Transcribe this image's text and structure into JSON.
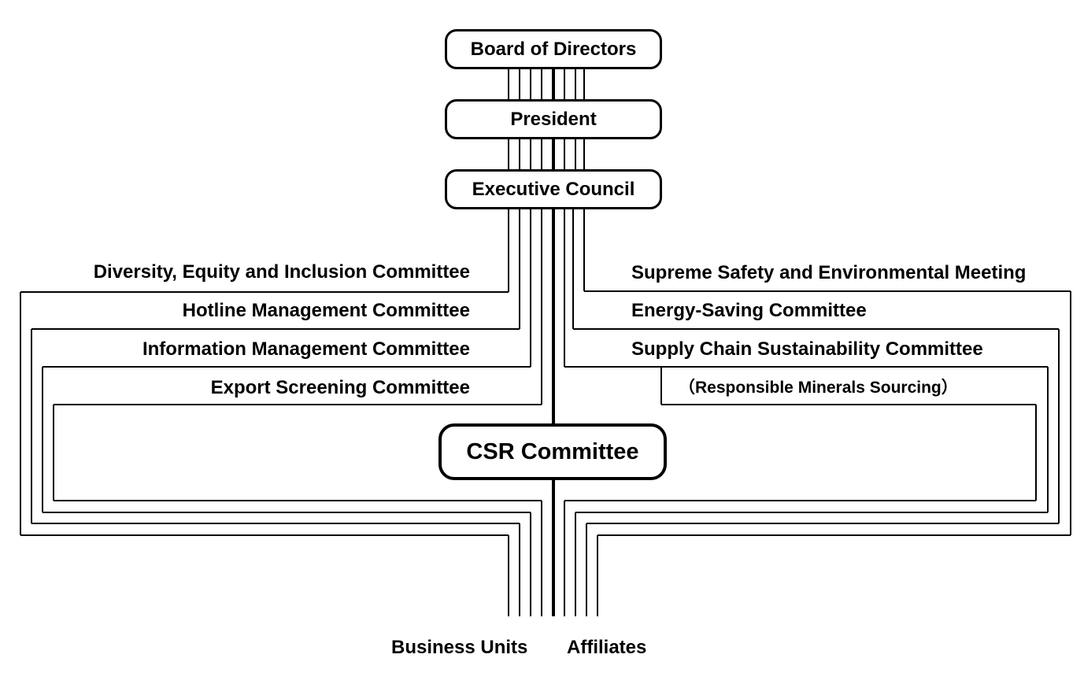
{
  "diagram": {
    "board": "Board of Directors",
    "president": "President",
    "executive_council": "Executive Council",
    "csr_committee": "CSR Committee",
    "left_committees": [
      "Diversity, Equity and Inclusion Committee",
      "Hotline Management Committee",
      "Information Management Committee",
      "Export Screening Committee"
    ],
    "right_committees": [
      "Supreme Safety and Environmental Meeting",
      "Energy-Saving Committee",
      "Supply Chain Sustainability Committee"
    ],
    "right_sub_note": "（Responsible Minerals Sourcing）",
    "bottom_left": "Business Units",
    "bottom_right": "Affiliates"
  },
  "colors": {
    "line": "#000000",
    "background": "#ffffff"
  }
}
